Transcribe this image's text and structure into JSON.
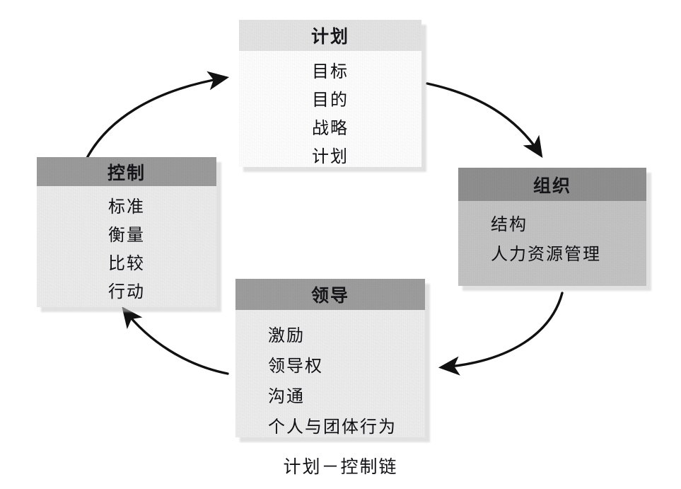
{
  "diagram": {
    "caption": "计划－控制链",
    "nodes": [
      {
        "id": "plan",
        "title": "计划",
        "items": [
          "目标",
          "目的",
          "战略",
          "计划"
        ],
        "header_color": "#e3e3e3",
        "body_color": "#fdfdfd"
      },
      {
        "id": "organize",
        "title": "组织",
        "items": [
          "结构",
          "人力资源管理"
        ],
        "header_color": "#8f8f8f",
        "body_color": "#c3c3c3"
      },
      {
        "id": "lead",
        "title": "领导",
        "items": [
          "激励",
          "领导权",
          "沟通",
          "个人与团体行为"
        ],
        "header_color": "#9d9d9d",
        "body_color": "#ececec"
      },
      {
        "id": "control",
        "title": "控制",
        "items": [
          "标准",
          "衡量",
          "比较",
          "行动"
        ],
        "header_color": "#9b9b9b",
        "body_color": "#ebebeb"
      }
    ],
    "arrows": [
      {
        "id": "plan-to-organize",
        "from": "plan",
        "to": "organize",
        "direction": "clockwise"
      },
      {
        "id": "organize-to-lead",
        "from": "organize",
        "to": "lead",
        "direction": "clockwise"
      },
      {
        "id": "lead-to-control",
        "from": "lead",
        "to": "control",
        "direction": "clockwise"
      },
      {
        "id": "control-to-plan",
        "from": "control",
        "to": "plan",
        "direction": "clockwise"
      }
    ],
    "arrow_color": "#111111",
    "background_color": "#ffffff"
  }
}
